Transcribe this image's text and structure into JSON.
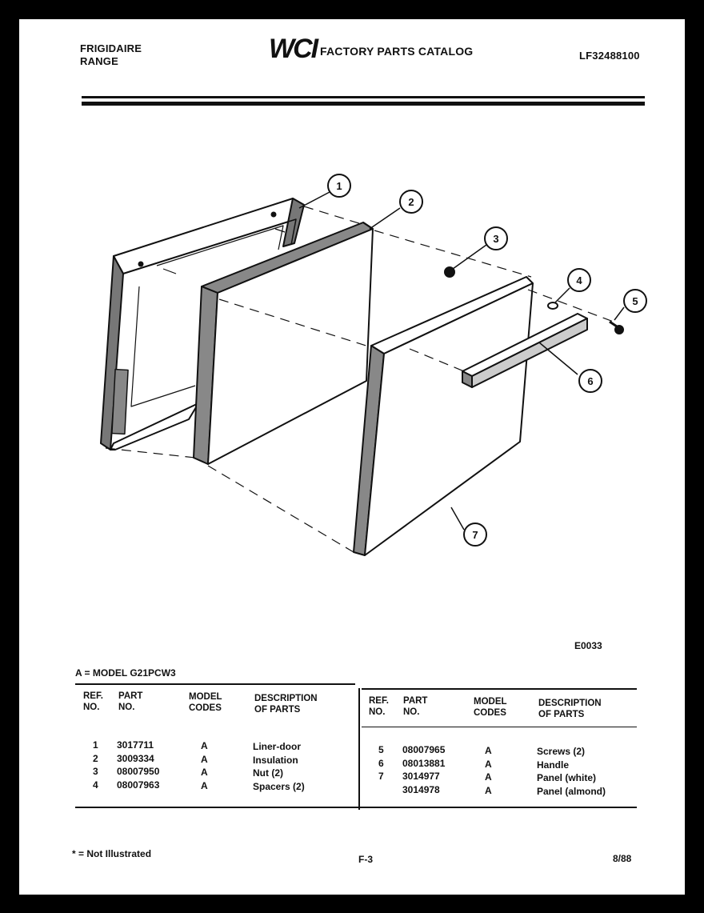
{
  "header": {
    "brand": "FRIGIDAIRE",
    "product": "RANGE",
    "logo": "WCI",
    "catalog_title": "FACTORY PARTS CATALOG",
    "catalog_number": "LF32488100"
  },
  "diagram": {
    "callouts": [
      "1",
      "2",
      "3",
      "4",
      "5",
      "6",
      "7"
    ],
    "figure_code": "E0033"
  },
  "model_line": "A = MODEL G21PCW3",
  "table_headers": {
    "ref": [
      "REF.",
      "NO."
    ],
    "part": [
      "PART",
      "NO."
    ],
    "model": [
      "MODEL",
      "CODES"
    ],
    "desc": [
      "DESCRIPTION",
      "OF PARTS"
    ]
  },
  "parts_left": [
    {
      "ref": "1",
      "part": "3017711",
      "code": "A",
      "desc": "Liner-door"
    },
    {
      "ref": "2",
      "part": "3009334",
      "code": "A",
      "desc": "Insulation"
    },
    {
      "ref": "3",
      "part": "08007950",
      "code": "A",
      "desc": "Nut (2)"
    },
    {
      "ref": "4",
      "part": "08007963",
      "code": "A",
      "desc": "Spacers (2)"
    }
  ],
  "parts_right": [
    {
      "ref": "5",
      "part": "08007965",
      "code": "A",
      "desc": "Screws (2)"
    },
    {
      "ref": "6",
      "part": "08013881",
      "code": "A",
      "desc": "Handle"
    },
    {
      "ref": "7",
      "part": "3014977",
      "code": "A",
      "desc": "Panel (white)"
    },
    {
      "ref": "",
      "part": "3014978",
      "code": "A",
      "desc": "Panel (almond)"
    }
  ],
  "footer": {
    "note": "* = Not Illustrated",
    "page": "F-3",
    "date": "8/88"
  }
}
